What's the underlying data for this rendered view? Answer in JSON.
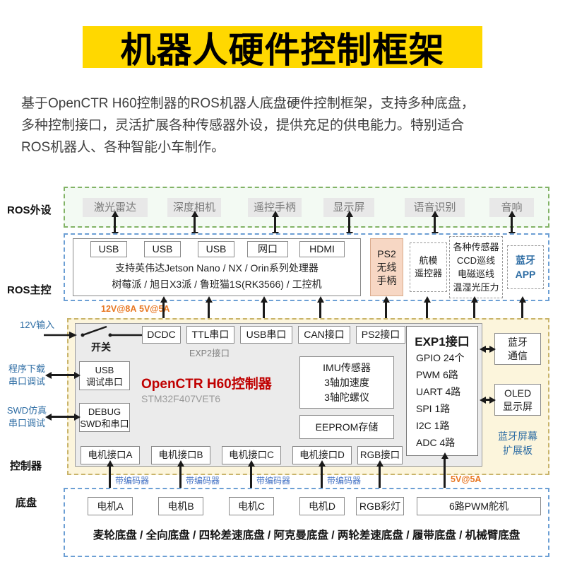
{
  "title": "机器人硬件控制框架",
  "intro": "基于OpenCTR H60控制器的ROS机器人底盘硬件控制框架，支持多种底盘，\n多种控制接口，灵活扩展各种传感器外设，提供充足的供电能力。特别适合\nROS机器人、各种智能小车制作。",
  "labels": {
    "peripherals": "ROS外设",
    "host": "ROS主控",
    "controller": "控制器",
    "chassis": "底盘",
    "input_12v": "12V输入",
    "prog_debug": "程序下载\n串口调试",
    "swd_debug": "SWD仿真\n串口调试",
    "switch": "开关"
  },
  "peripherals": {
    "items": [
      "激光雷达",
      "深度相机",
      "遥控手柄",
      "显示屏",
      "语音识别",
      "音响"
    ]
  },
  "host": {
    "ports": [
      "USB",
      "USB",
      "USB",
      "网口",
      "HDMI"
    ],
    "support_line1": "支持英伟达Jetson Nano / NX / Orin系列处理器",
    "support_line2": "树莓派 / 旭日X3派 / 鲁班猫1S(RK3566) / 工控机",
    "ps2_handle": "PS2\n无线\n手柄",
    "rc_remote": "航模\n遥控器",
    "sensors": "各种传感器\nCCD巡线\n电磁巡线\n温湿光压力",
    "bt_app": "蓝牙\nAPP"
  },
  "controller": {
    "top_ports": [
      "DCDC",
      "TTL串口",
      "USB串口",
      "CAN接口",
      "PS2接口"
    ],
    "exp2": "EXP2接口",
    "usb_debug_port": "USB\n调试串口",
    "debug_port": "DEBUG\nSWD和串口",
    "chip_name": "OpenCTR H60控制器",
    "chip_model": "STM32F407VET6",
    "imu": "IMU传感器\n3轴加速度\n3轴陀螺仪",
    "eeprom": "EEPROM存储",
    "exp1_title": "EXP1接口",
    "exp1_items": [
      "GPIO 24个",
      "PWM 6路",
      "UART 4路",
      "SPI 1路",
      "I2C 1路",
      "ADC 4路"
    ],
    "motor_ports": [
      "电机接口A",
      "电机接口B",
      "电机接口C",
      "电机接口D",
      "RGB接口"
    ],
    "bt_comm": "蓝牙\n通信",
    "oled": "OLED\n显示屏",
    "bt_screen": "蓝牙屏幕\n扩展板"
  },
  "chassis": {
    "motors": [
      "电机A",
      "电机B",
      "电机C",
      "电机D"
    ],
    "rgb_light": "RGB彩灯",
    "servo": "6路PWM舵机",
    "types": "麦轮底盘 / 全向底盘 / 四轮差速底盘 / 阿克曼底盘 / 两轮差速底盘 / 履带底盘 / 机械臂底盘"
  },
  "annotations": {
    "power_12v8a": "12V@8A",
    "power_5v5a": "5V@5A",
    "encoder": "带编码器",
    "servo_power": "5V@5A"
  },
  "colors": {
    "banner_bg": "#FFD800",
    "chip_name_red": "#C00000",
    "blue_label": "#2E6DA4",
    "encoder_blue": "#4472C4",
    "power_orange": "#E87722",
    "peripherals_border_green": "#82B366",
    "host_border_blue": "#6C9FD4",
    "controller_border_tan": "#C9B46A",
    "controller_bg_cream": "#FCF5DC",
    "ps2_bg_salmon": "#F7D7C4"
  }
}
